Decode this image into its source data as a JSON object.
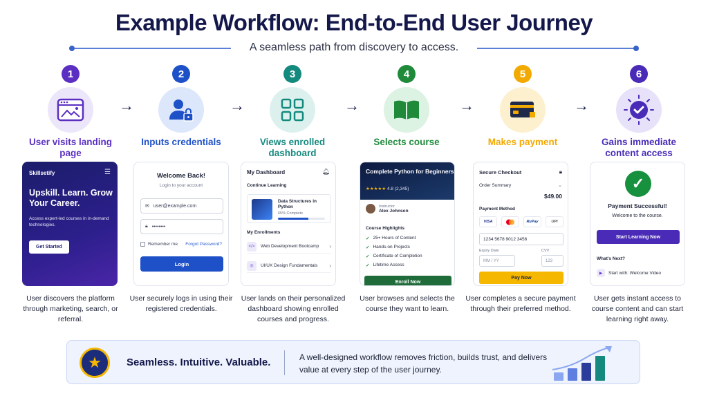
{
  "header": {
    "title": "Example Workflow: End-to-End User Journey",
    "subtitle": "A seamless path from discovery to access."
  },
  "steps": [
    {
      "number": "1",
      "label": "User visits landing page",
      "color": "#5a2fc2",
      "icon": "browser-icon",
      "description": "User discovers the platform through marketing, search, or referral."
    },
    {
      "number": "2",
      "label": "Inputs credentials",
      "color": "#1e50c8",
      "icon": "user-lock-icon",
      "description": "User securely logs in using their registered credentials."
    },
    {
      "number": "3",
      "label": "Views enrolled dashboard",
      "color": "#148a7f",
      "icon": "dashboard-grid-icon",
      "description": "User lands on their personalized dashboard showing enrolled courses and progress."
    },
    {
      "number": "4",
      "label": "Selects course",
      "color": "#1e8a3a",
      "icon": "book-icon",
      "description": "User browses and selects the course they want to learn."
    },
    {
      "number": "5",
      "label": "Makes payment",
      "color": "#f2a900",
      "icon": "credit-card-icon",
      "description": "User completes a secure payment through their preferred method."
    },
    {
      "number": "6",
      "label": "Gains immediate content access",
      "color": "#4a2bb8",
      "icon": "check-badge-icon",
      "description": "User gets instant access to course content and can start learning right away."
    }
  ],
  "landing": {
    "brand": "Skillsetify",
    "headline": "Upskill. Learn. Grow Your Career.",
    "text": "Access expert-led courses in in-demand technologies.",
    "cta": "Get Started"
  },
  "login": {
    "title": "Welcome Back!",
    "subtitle": "Login to your account",
    "email": "user@example.com",
    "password": "••••••••",
    "remember": "Remember me",
    "forgot": "Forgot Password?",
    "button": "Login"
  },
  "dashboard": {
    "title": "My Dashboard",
    "continue_label": "Continue Learning",
    "course_title": "Data Structures in Python",
    "course_progress_text": "65% Complete",
    "course_progress": 0.65,
    "enrollments_label": "My Enrollments",
    "enrollments": [
      "Web Development Bootcamp",
      "UI/UX Design Fundamentals"
    ]
  },
  "course": {
    "title": "Complete Python for Beginners",
    "rating": "4.8 (2,345)",
    "instructor_label": "Instructor",
    "instructor": "Alex Johnson",
    "highlights_label": "Course Highlights",
    "highlights": [
      "25+ Hours of Content",
      "Hands-on Projects",
      "Certificate of Completion",
      "Lifetime Access"
    ],
    "cta": "Enroll Now"
  },
  "checkout": {
    "title": "Secure Checkout",
    "summary": "Order Summary",
    "amount": "$49.00",
    "method_label": "Payment Method",
    "methods": [
      "VISA",
      "mastercard",
      "RuPay",
      "UPI"
    ],
    "card_number": "1234 5678 9012 3456",
    "expiry_label": "Expiry Date",
    "expiry_placeholder": "MM / YY",
    "cvv_label": "CVV",
    "cvv_placeholder": "123",
    "button": "Pay Now"
  },
  "success": {
    "title": "Payment Successful!",
    "welcome": "Welcome to the course.",
    "button": "Start Learning Now",
    "next_label": "What's Next?",
    "next_item": "Start with: Welcome Video"
  },
  "banner": {
    "tagline": "Seamless. Intuitive. Valuable.",
    "message": "A well-designed workflow removes friction, builds trust, and delivers value at every step of the user journey."
  }
}
